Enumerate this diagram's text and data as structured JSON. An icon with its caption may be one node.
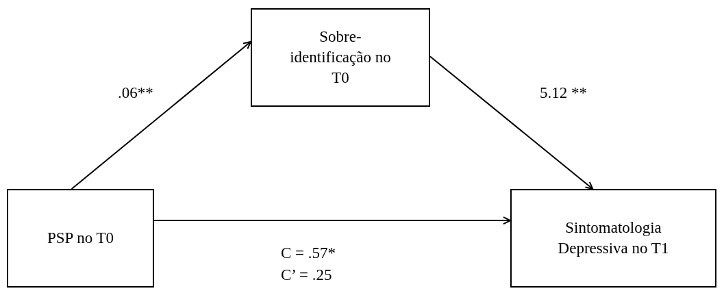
{
  "diagram": {
    "nodes": [
      {
        "text": [
          "Sobre-identificação no T0"
        ]
      },
      {
        "text": [
          "PSP no T0"
        ]
      },
      {
        "text": [
          "Sintomatologia Depressiva no T1"
        ]
      }
    ],
    "edges": [
      {
        "from": 1,
        "to": 0,
        "arrow": "to",
        "label": ".06**"
      },
      {
        "from": 0,
        "to": 2,
        "arrow": "to",
        "label": "5.12 **"
      },
      {
        "from": 1,
        "to": 2,
        "arrow": "to",
        "label": "C = .57*"
      }
    ],
    "labels": [
      "C’ = .25"
    ]
  }
}
